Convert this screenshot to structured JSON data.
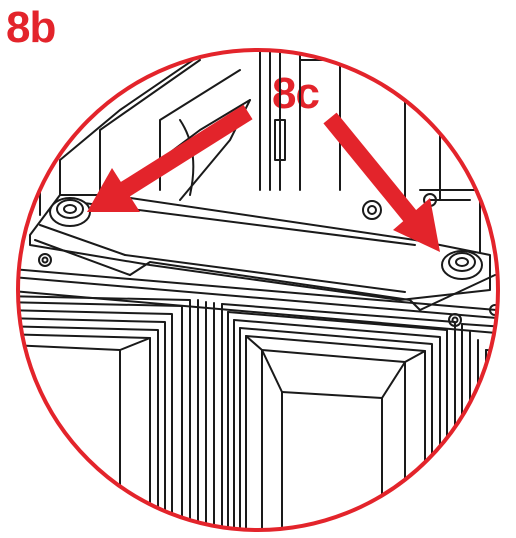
{
  "labels": {
    "step": "8b",
    "callout": "8c"
  },
  "colors": {
    "accent": "#e3242b",
    "line": "#1a1a1a",
    "background": "#ffffff"
  },
  "callout_arrow_count": 2,
  "detail_parts": [
    "bolt",
    "bolt",
    "mounting-bracket",
    "cabinet-door-panel",
    "cabinet-door-panel",
    "cabinet-door-panel"
  ]
}
